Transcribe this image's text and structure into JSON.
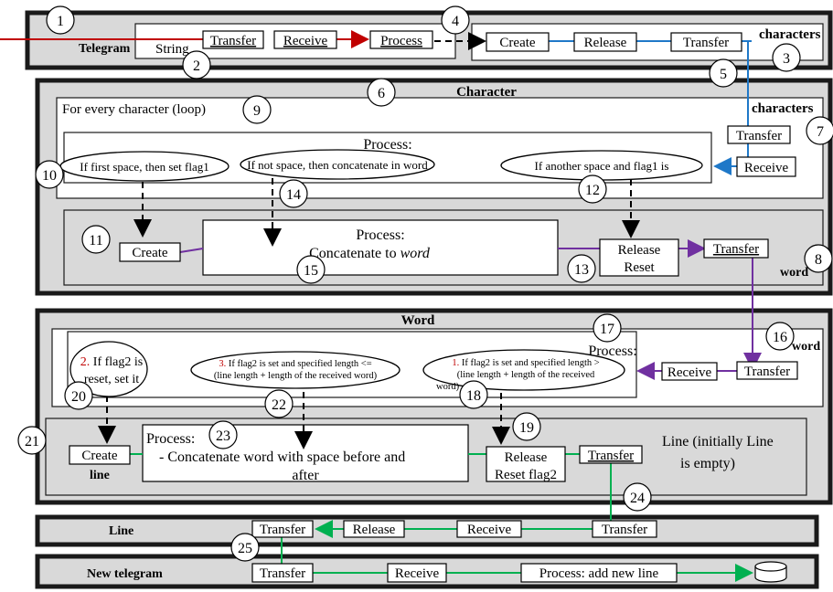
{
  "colors": {
    "red": "#c00000",
    "blue": "#1f78c8",
    "purple": "#7030a0",
    "green": "#00b050",
    "magenta": "#ff00ff"
  },
  "numbers": [
    "1",
    "2",
    "3",
    "4",
    "5",
    "6",
    "7",
    "8",
    "9",
    "10",
    "11",
    "12",
    "13",
    "14",
    "15",
    "16",
    "17",
    "18",
    "19",
    "20",
    "21",
    "22",
    "23",
    "24",
    "25"
  ],
  "labels": {
    "telegram": "Telegram",
    "string": "String",
    "characters_top": "characters",
    "characters_mid": "characters",
    "character": "Character",
    "word_section": "Word",
    "word_label1": "word",
    "word_label2": "word",
    "line_section": "Line",
    "line_green": "line",
    "new_telegram": "New telegram",
    "loop": "For every character (loop)",
    "line_initial_1": "Line (initially Line",
    "line_initial_2": "is empty)"
  },
  "boxes": {
    "transfer": "Transfer",
    "receive": "Receive",
    "process": "Process",
    "create": "Create",
    "release": "Release",
    "reset": "Reset",
    "reset_flag2": "Reset flag2",
    "process_colon": "Process:",
    "concat_word": "Concatenate to",
    "concat_word_em": "word",
    "process_add_line": "Process: add new line"
  },
  "conditions": {
    "c10": "If first space, then  set flag1",
    "c14": "If not space, then concatenate in word",
    "c12": "If another space and flag1 is",
    "w20_a": "2. If flag2 is",
    "w20_b": "reset, set it",
    "w22_a": "3. If flag2 is set and specified length  <=",
    "w22_b": "(line length + length of the received word)",
    "w18_a": "1. If flag2 is set and specified length  >",
    "w18_b": "(line length + length of the received",
    "w18_c": "word)",
    "p23_a": "Process:",
    "p23_b": "- Concatenate word with space before and",
    "p23_c": "after"
  }
}
